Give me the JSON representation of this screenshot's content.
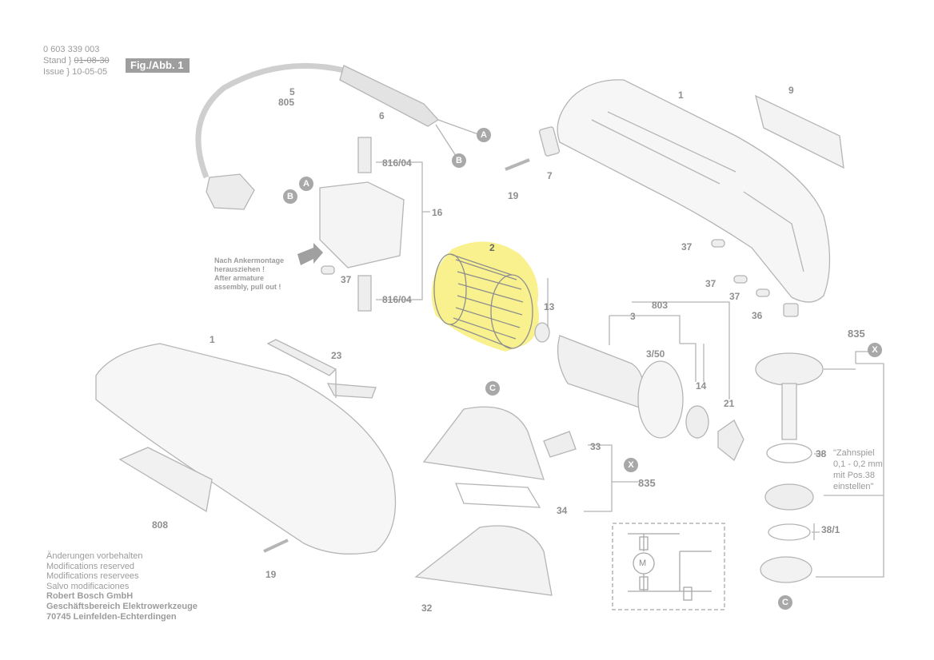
{
  "header": {
    "doc_number": "0 603 339 003",
    "stand_label": "Stand",
    "stand_date": "01-08-30",
    "issue_label": "Issue",
    "issue_date": "10-05-05",
    "figure_label": "Fig./Abb. 1"
  },
  "callouts": {
    "p1_top": "1",
    "p9": "9",
    "p5": "5",
    "p805": "805",
    "p6": "6",
    "p7": "7",
    "p19_top": "19",
    "p816_top": "816/04",
    "p816_bottom": "816/04",
    "p16": "16",
    "p37_left": "37",
    "p37_a": "37",
    "p37_b": "37",
    "p37_c": "37",
    "p36": "36",
    "p2": "2",
    "p13": "13",
    "p3": "3",
    "p803": "803",
    "p3_50": "3/50",
    "p14": "14",
    "p21": "21",
    "p835_right": "835",
    "p38": "38",
    "p38_1": "38/1",
    "p1_left": "1",
    "p23": "23",
    "p808": "808",
    "p19_bottom": "19",
    "p33": "33",
    "p835_mid": "835",
    "p34": "34",
    "p32": "32"
  },
  "badges": {
    "a_top": "A",
    "b_top": "B",
    "a_left": "A",
    "b_left": "B",
    "c_mid": "C",
    "c_bottom": "C",
    "x_mid": "X",
    "x_right": "X"
  },
  "armature_note": {
    "line1": "Nach Ankermontage",
    "line2": "herausziehen !",
    "line3": "After armature",
    "line4": "assembly, pull out !"
  },
  "gear_note": {
    "prefix": "\"Zahnspiel",
    "line2": "0,1 - 0,2 mm",
    "line3": "mit Pos.38",
    "line4": "einstellen\""
  },
  "footer": {
    "line1": "Änderungen vorbehalten",
    "line2": "Modifications reserved",
    "line3": "Modifications reservees",
    "line4": "Salvo modificaciones",
    "line5": "Robert Bosch GmbH",
    "line6": "Geschäftsbereich Elektrowerkzeuge",
    "line7": "70745 Leinfelden-Echterdingen"
  },
  "schematic": {
    "motor_symbol": "M"
  },
  "highlight_color": "#f7ee7a",
  "line_color": "#b5b5b5"
}
